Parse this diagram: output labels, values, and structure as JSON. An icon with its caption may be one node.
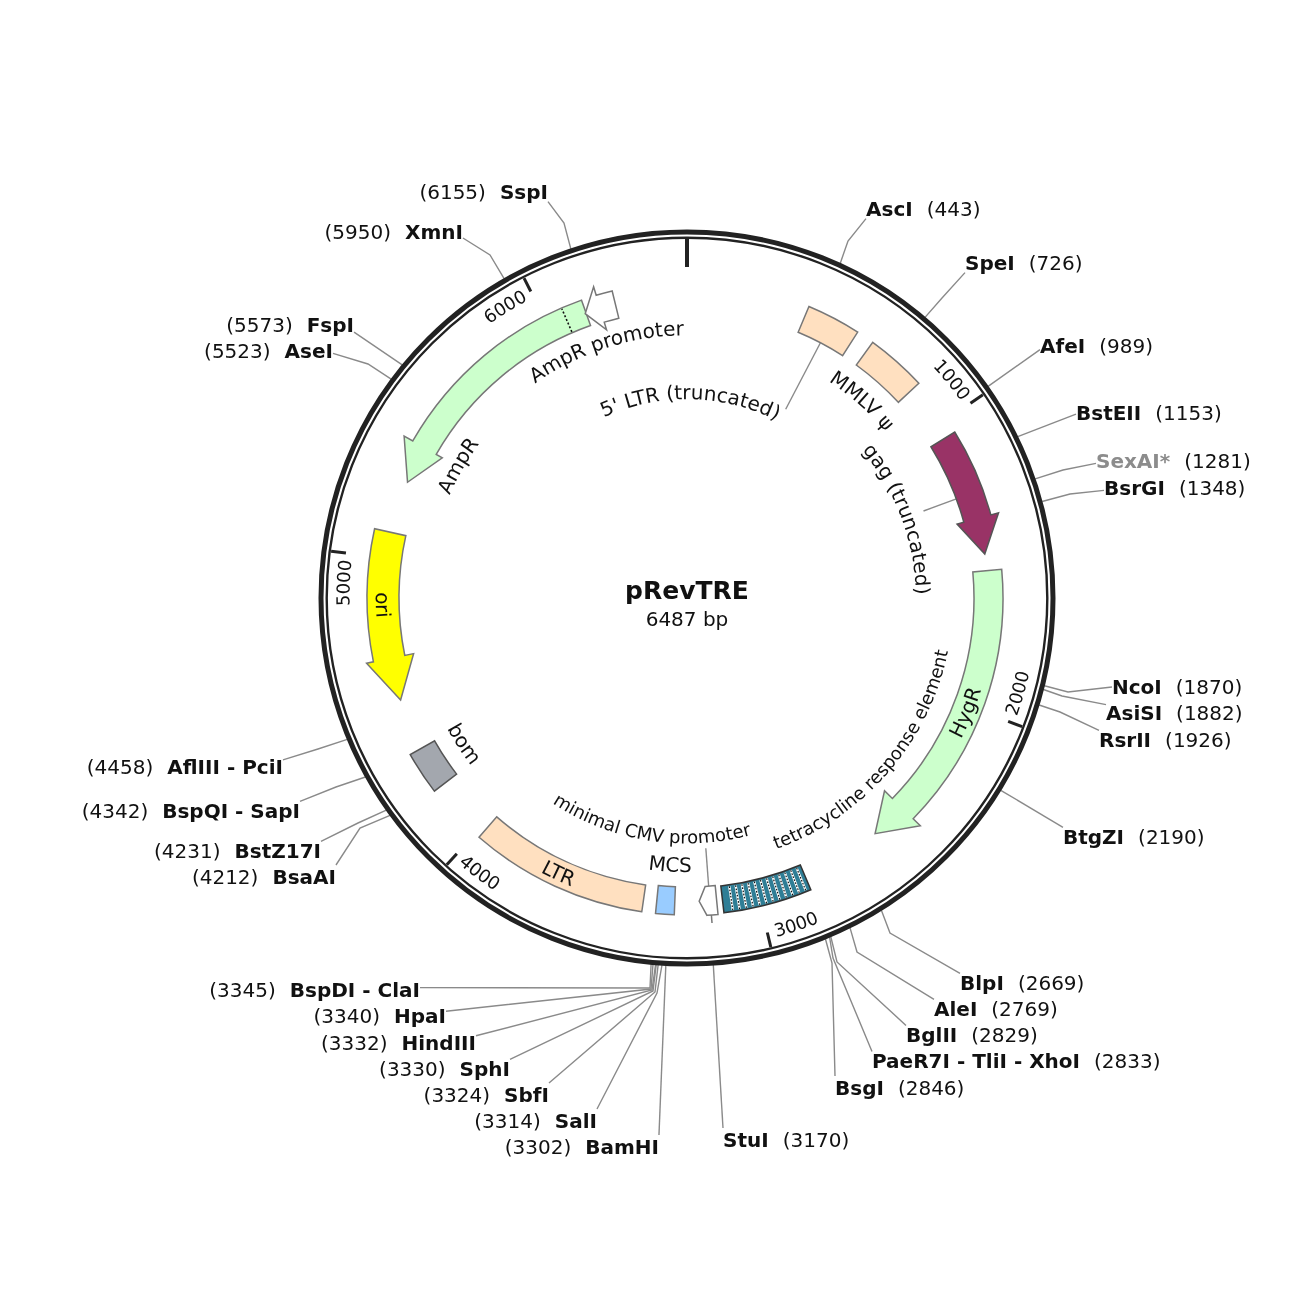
{
  "diagram": {
    "nodes": [
      {
        "text": [
          "pRevTRE",
          "6487 bp"
        ]
      },
      {
        "text": [
          "5' LTR (truncated)"
        ],
        "in": 0
      },
      {
        "text": [],
        "shape": "box",
        "in": 0
      },
      {
        "text": [
          "MMLV ψ"
        ],
        "in": 0
      },
      {
        "text": [
          "gag (truncated)"
        ],
        "in": 0
      },
      {
        "text": [],
        "shape": "arrow",
        "in": 0
      },
      {
        "text": [
          "HygR"
        ],
        "in": 0
      },
      {
        "text": [
          "tetracycline response element"
        ],
        "in": 0
      },
      {
        "text": [
          "minimal CMV promoter"
        ],
        "in": 0
      },
      {
        "text": [],
        "shape": "arrow",
        "in": 0
      },
      {
        "text": [
          "MCS"
        ],
        "in": 0
      },
      {
        "text": [
          "LTR"
        ],
        "in": 0
      },
      {
        "text": [
          "bom"
        ],
        "in": 0
      },
      {
        "text": [
          "ori"
        ],
        "in": 0
      },
      {
        "text": [
          "AmpR"
        ],
        "in": 0
      },
      {
        "text": [
          "AmpR promoter"
        ],
        "in": 0
      },
      {
        "text": [
          "AscI",
          "(443)"
        ]
      },
      {
        "text": [
          "SpeI",
          "(726)"
        ]
      },
      {
        "text": [
          "AfeI",
          "(989)"
        ]
      },
      {
        "text": [
          "BstEII",
          "(1153)"
        ]
      },
      {
        "text": [
          "SexAI*",
          "(1281)"
        ]
      },
      {
        "text": [
          "BsrGI",
          "(1348)"
        ]
      },
      {
        "text": [
          "NcoI",
          "(1870)"
        ]
      },
      {
        "text": [
          "AsiSI",
          "(1882)"
        ]
      },
      {
        "text": [
          "RsrII",
          "(1926)"
        ]
      },
      {
        "text": [
          "BtgZI",
          "(2190)"
        ]
      },
      {
        "text": [
          "BlpI",
          "(2669)"
        ]
      },
      {
        "text": [
          "AleI",
          "(2769)"
        ]
      },
      {
        "text": [
          "BglII",
          "(2829)"
        ]
      },
      {
        "text": [
          "PaeR7I - TliI - XhoI",
          "(2833)"
        ]
      },
      {
        "text": [
          "BsgI",
          "(2846)"
        ]
      },
      {
        "text": [
          "StuI",
          "(3170)"
        ]
      },
      {
        "text": [
          "(3302)",
          "BamHI"
        ]
      },
      {
        "text": [
          "(3314)",
          "SalI"
        ]
      },
      {
        "text": [
          "(3324)",
          "SbfI"
        ]
      },
      {
        "text": [
          "(3330)",
          "SphI"
        ]
      },
      {
        "text": [
          "(3332)",
          "HindIII"
        ]
      },
      {
        "text": [
          "(3340)",
          "HpaI"
        ]
      },
      {
        "text": [
          "(3345)",
          "BspDI - ClaI"
        ]
      },
      {
        "text": [
          "(4212)",
          "BsaAI"
        ]
      },
      {
        "text": [
          "(4231)",
          "BstZ17I"
        ]
      },
      {
        "text": [
          "(4342)",
          "BspQI - SapI"
        ]
      },
      {
        "text": [
          "(4458)",
          "AflIII - PciI"
        ]
      },
      {
        "text": [
          "(5523)",
          "AseI"
        ]
      },
      {
        "text": [
          "(5573)",
          "FspI"
        ]
      },
      {
        "text": [
          "(5950)",
          "XmnI"
        ]
      },
      {
        "text": [
          "(6155)",
          "SspI"
        ]
      }
    ],
    "edges": [
      {
        "from": 1,
        "to": 2,
        "arrow": "none"
      },
      {
        "from": 4,
        "to": 5,
        "arrow": "none"
      },
      {
        "from": 8,
        "to": 9,
        "arrow": "none"
      },
      {
        "from": 16,
        "to": 0,
        "arrow": "none"
      },
      {
        "from": 17,
        "to": 0,
        "arrow": "none"
      },
      {
        "from": 18,
        "to": 0,
        "arrow": "none"
      },
      {
        "from": 19,
        "to": 0,
        "arrow": "none"
      },
      {
        "from": 20,
        "to": 0,
        "arrow": "none"
      },
      {
        "from": 21,
        "to": 0,
        "arrow": "none"
      },
      {
        "from": 22,
        "to": 0,
        "arrow": "none"
      },
      {
        "from": 23,
        "to": 0,
        "arrow": "none"
      },
      {
        "from": 24,
        "to": 0,
        "arrow": "none"
      },
      {
        "from": 25,
        "to": 0,
        "arrow": "none"
      },
      {
        "from": 26,
        "to": 0,
        "arrow": "none"
      },
      {
        "from": 27,
        "to": 0,
        "arrow": "none"
      },
      {
        "from": 28,
        "to": 0,
        "arrow": "none"
      },
      {
        "from": 29,
        "to": 0,
        "arrow": "none"
      },
      {
        "from": 30,
        "to": 0,
        "arrow": "none"
      },
      {
        "from": 31,
        "to": 0,
        "arrow": "none"
      },
      {
        "from": 32,
        "to": 0,
        "arrow": "none"
      },
      {
        "from": 33,
        "to": 0,
        "arrow": "none"
      },
      {
        "from": 34,
        "to": 0,
        "arrow": "none"
      },
      {
        "from": 35,
        "to": 0,
        "arrow": "none"
      },
      {
        "from": 36,
        "to": 0,
        "arrow": "none"
      },
      {
        "from": 37,
        "to": 0,
        "arrow": "none"
      },
      {
        "from": 38,
        "to": 0,
        "arrow": "none"
      },
      {
        "from": 39,
        "to": 0,
        "arrow": "none"
      },
      {
        "from": 40,
        "to": 0,
        "arrow": "none"
      },
      {
        "from": 41,
        "to": 0,
        "arrow": "none"
      },
      {
        "from": 42,
        "to": 0,
        "arrow": "none"
      },
      {
        "from": 43,
        "to": 0,
        "arrow": "none"
      },
      {
        "from": 44,
        "to": 0,
        "arrow": "none"
      },
      {
        "from": 45,
        "to": 0,
        "arrow": "none"
      },
      {
        "from": 46,
        "to": 0,
        "arrow": "none"
      }
    ],
    "labels": [
      "1000",
      "2000",
      "3000",
      "4000",
      "5000",
      "6000"
    ]
  }
}
